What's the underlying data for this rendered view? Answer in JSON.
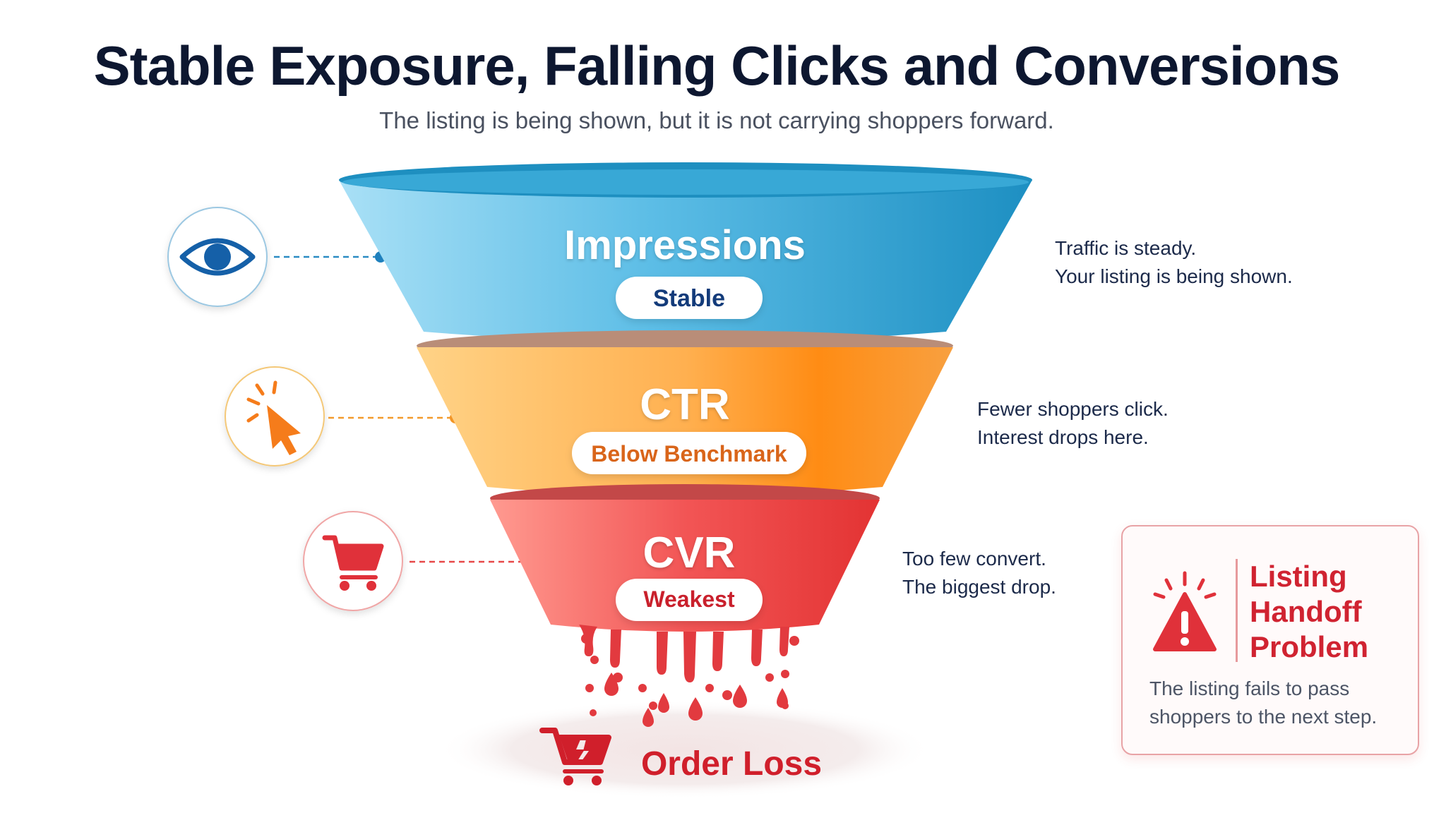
{
  "title": "Stable Exposure, Falling Clicks and Conversions",
  "subtitle": "The listing is being shown, but it is not carrying shoppers forward.",
  "stages": [
    {
      "label": "Impressions",
      "status": "Stable",
      "icon": "eye-icon",
      "color": "#2a9fd0",
      "status_color": "#133b7a",
      "note": [
        "Traffic is steady.",
        "Your listing is being shown."
      ]
    },
    {
      "label": "CTR",
      "status": "Below Benchmark",
      "icon": "cursor-click-icon",
      "color": "#f78a14",
      "status_color": "#d9651a",
      "note": [
        "Fewer shoppers click.",
        "Interest drops here."
      ]
    },
    {
      "label": "CVR",
      "status": "Weakest",
      "icon": "shopping-cart-icon",
      "color": "#ea3636",
      "status_color": "#c9202c",
      "note": [
        "Too few convert.",
        "The biggest drop."
      ]
    }
  ],
  "outcome": {
    "label": "Order Loss",
    "icon": "broken-cart-icon",
    "color": "#d01f2b"
  },
  "callout": {
    "title_lines": [
      "Listing",
      "Handoff",
      "Problem"
    ],
    "body_lines": [
      "The listing fails to pass",
      "shoppers to the next step."
    ],
    "icon": "warning-icon"
  }
}
